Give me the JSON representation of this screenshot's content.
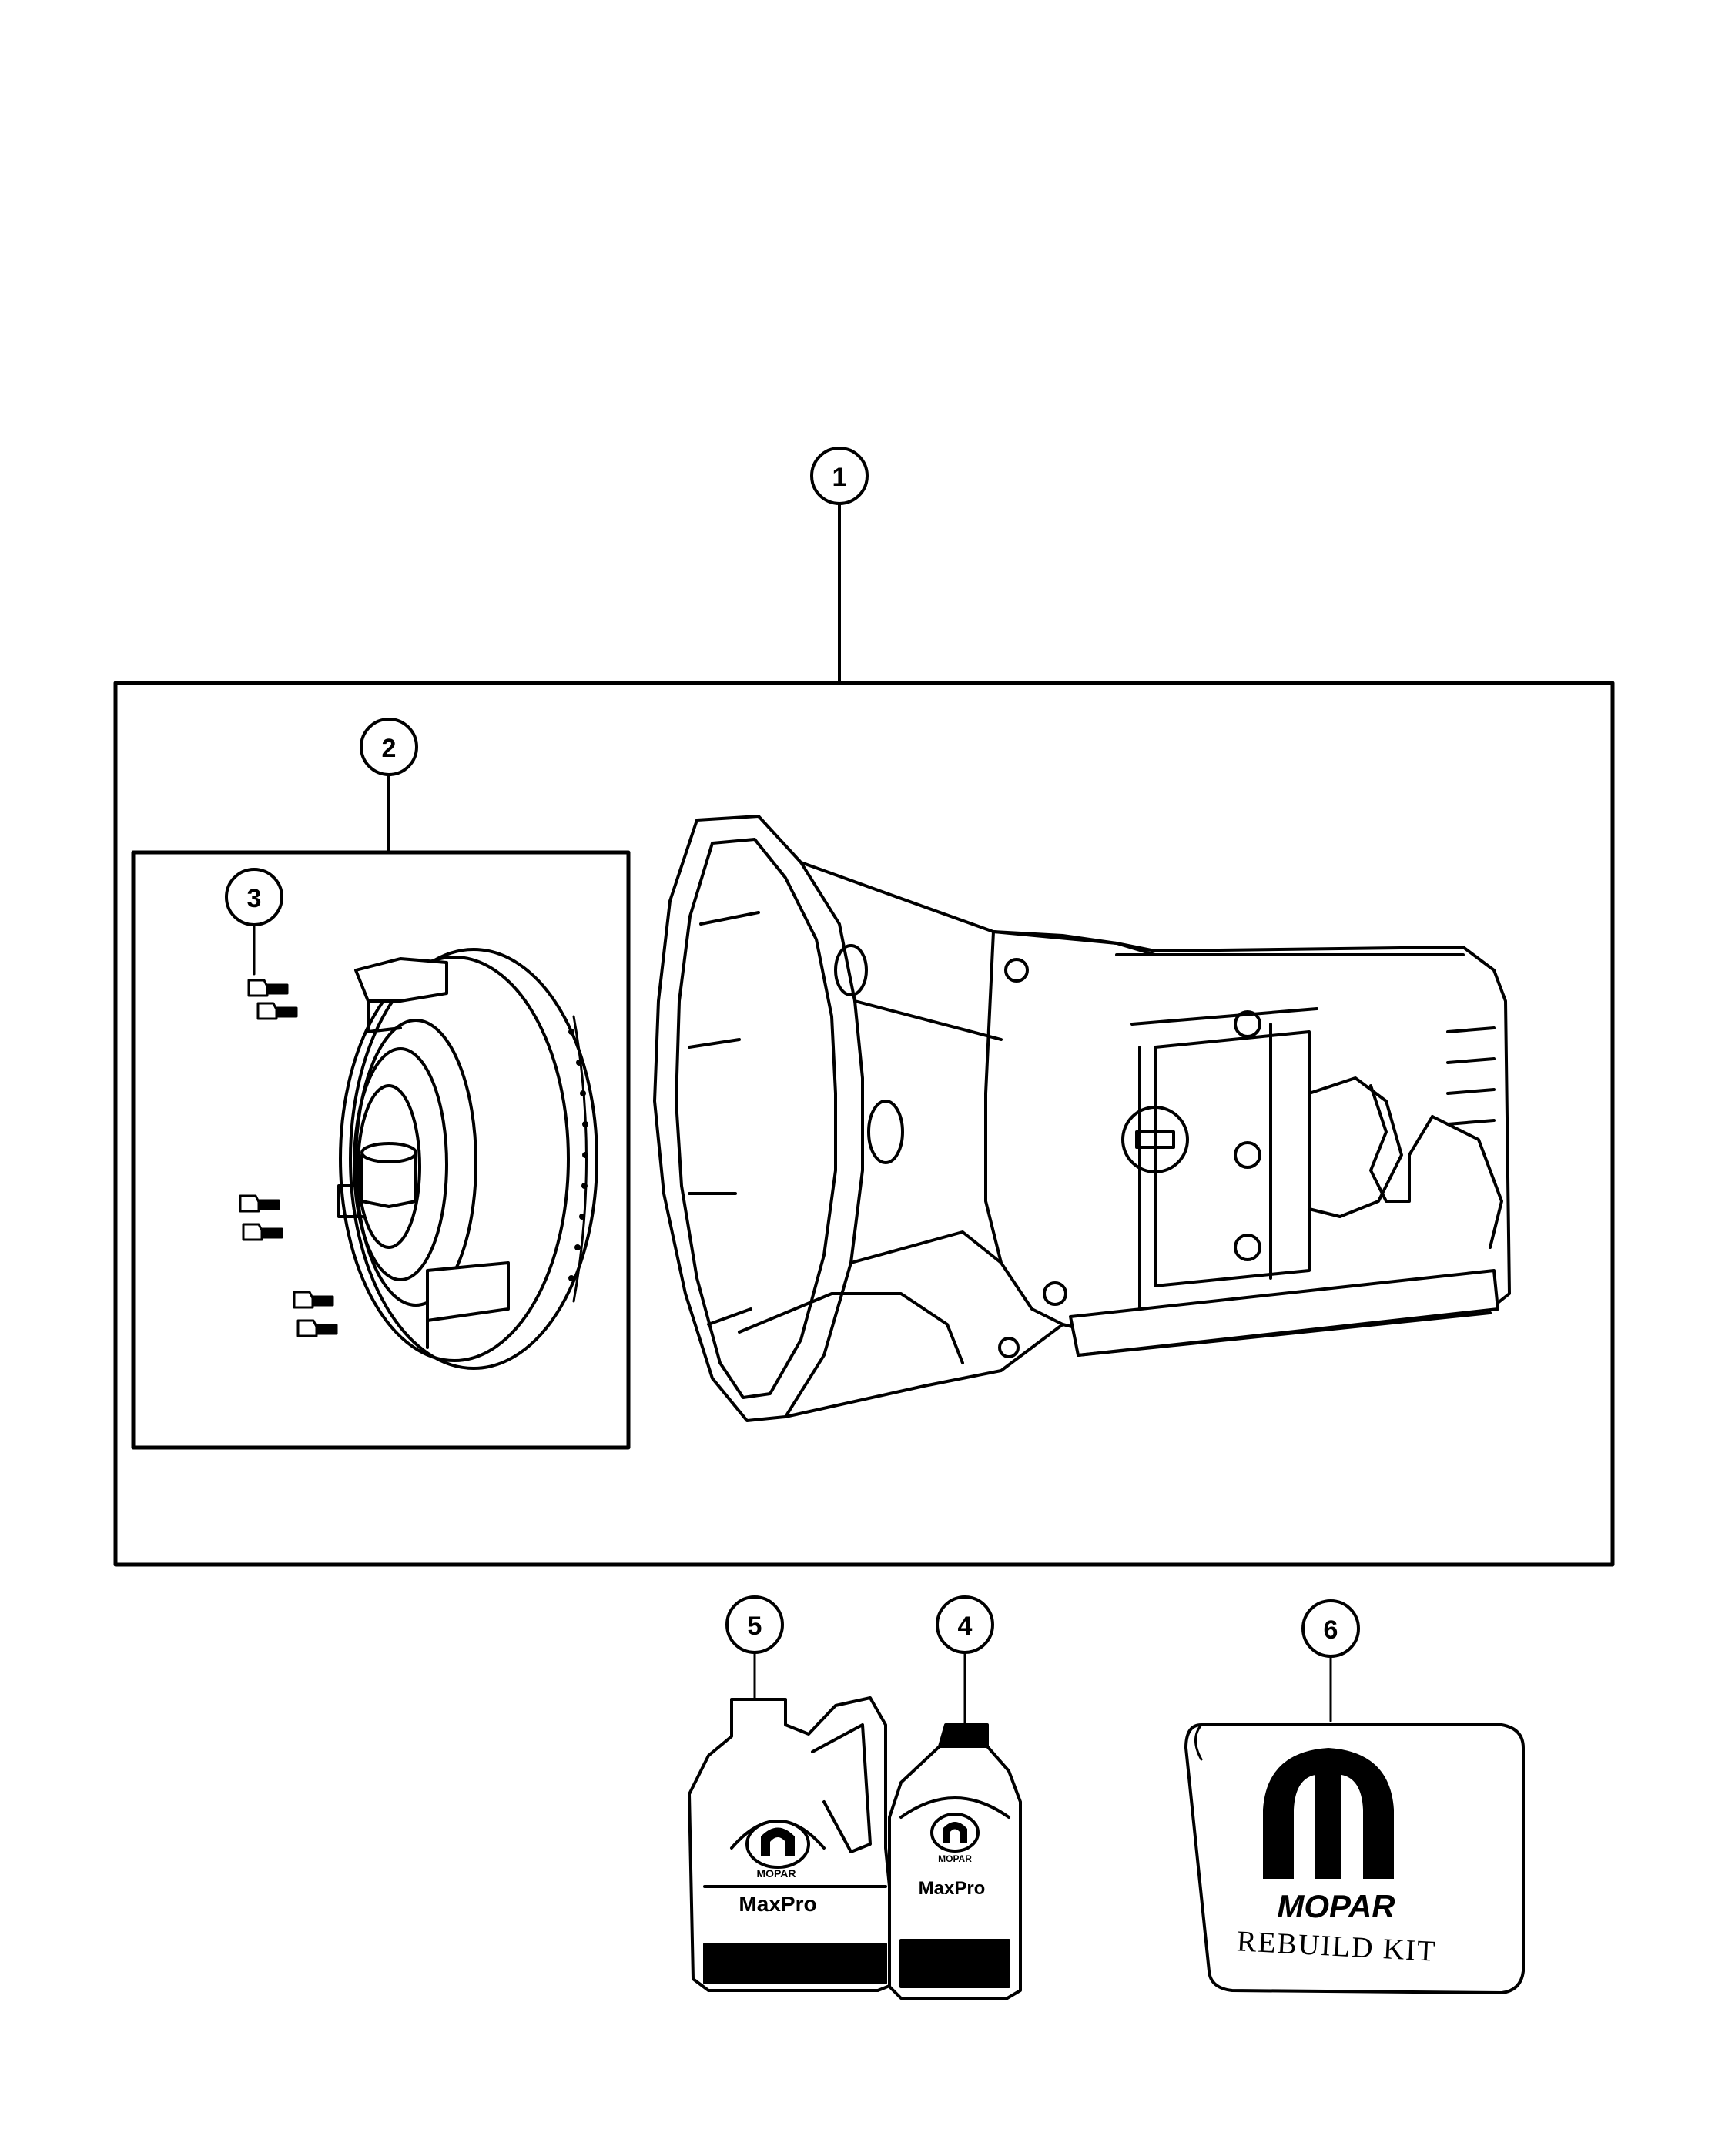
{
  "callouts": {
    "c1": "1",
    "c2": "2",
    "c3": "3",
    "c4": "4",
    "c5": "5",
    "c6": "6"
  },
  "jug": {
    "brand": "MOPAR",
    "product": "MaxPro"
  },
  "quart": {
    "brand": "MOPAR",
    "product": "MaxPro"
  },
  "kit": {
    "brand": "MOPAR",
    "label": "REBUILD KIT"
  },
  "icons": [
    "transmission-assembly",
    "torque-converter",
    "bolt",
    "fluid-jug",
    "fluid-bottle",
    "rebuild-kit-box",
    "mopar-logo"
  ],
  "colors": {
    "line": "#000000",
    "background": "#ffffff"
  }
}
